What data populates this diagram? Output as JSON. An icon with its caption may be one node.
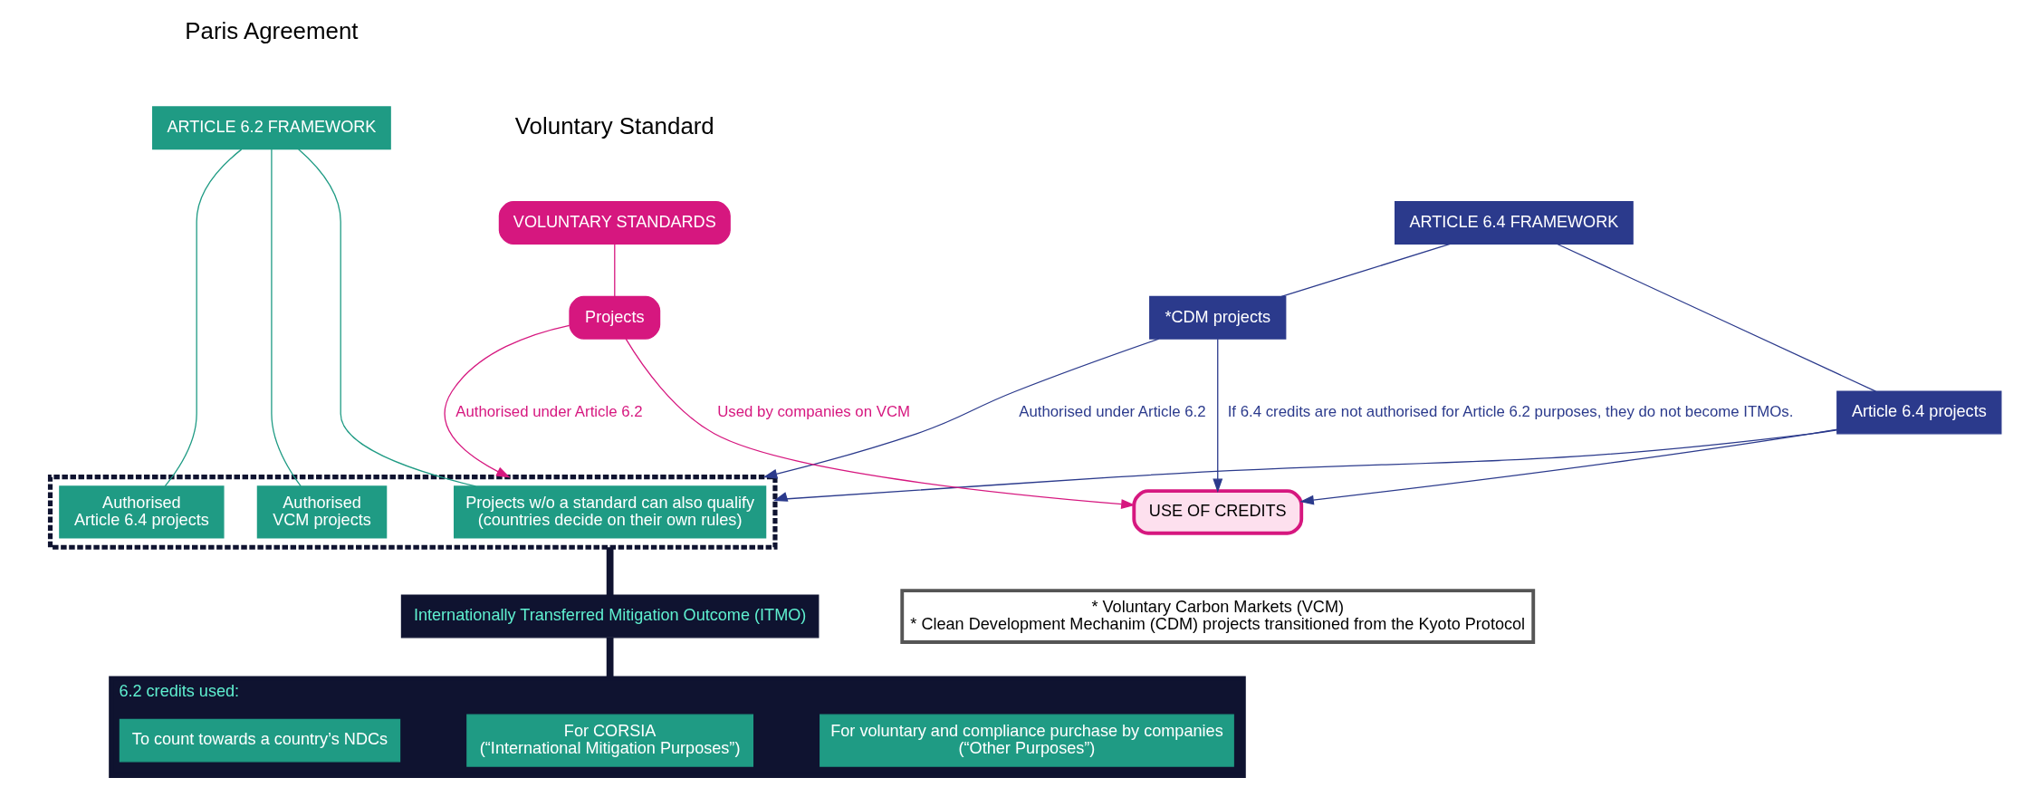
{
  "diagram": {
    "nodes": [
      {
        "text": [
          "ARTICLE 6.2 FRAMEWORK"
        ]
      },
      {
        "text": [
          "ARTICLE 6.4 FRAMEWORK"
        ]
      },
      {
        "text": [
          "*CDM projects"
        ]
      },
      {
        "text": [
          "Article 6.4 projects"
        ]
      },
      {
        "text": [
          "VOLUNTARY STANDARDS"
        ]
      },
      {
        "text": [
          "Projects"
        ]
      },
      {
        "text": [],
        "shape": "box"
      },
      {
        "text": [
          "Authorised",
          "VCM projects"
        ],
        "in": 6
      },
      {
        "text": [
          "Projects w/o a standard can also qualify",
          "(countries decide on their own rules)"
        ],
        "in": 6
      },
      {
        "text": [
          "Authorised",
          "Article 6.4 projects"
        ],
        "in": 6
      },
      {
        "text": [
          "Internationally Transferred Mitigation Outcome (ITMO)"
        ]
      },
      {
        "text": [
          "6.2 credits used:"
        ]
      },
      {
        "text": [
          "To count towards a country’s NDCs"
        ],
        "in": 11
      },
      {
        "text": [
          "For CORSIA",
          "(“International Mitigation Purposes”)"
        ],
        "in": 11
      },
      {
        "text": [
          "For voluntary and compliance purchase by companies",
          "(“Other Purposes”)"
        ],
        "in": 11
      },
      {
        "text": [
          "USE OF CREDITS"
        ]
      },
      {
        "text": [
          "* Voluntary Carbon Markets (VCM)",
          "* Clean Development Mechanim (CDM) projects transitioned from the Kyoto Protocol"
        ]
      }
    ],
    "edges": [
      {
        "from": 0,
        "to": 7,
        "arrow": "none",
        "color": "#1f9b84"
      },
      {
        "from": 0,
        "to": 8,
        "arrow": "none",
        "color": "#1f9b84"
      },
      {
        "from": 0,
        "to": 9,
        "arrow": "none",
        "color": "#1f9b84"
      },
      {
        "from": 1,
        "to": 2,
        "arrow": "none",
        "color": "#2b3a8c"
      },
      {
        "from": 1,
        "to": 3,
        "arrow": "none",
        "color": "#2b3a8c"
      },
      {
        "from": 4,
        "to": 5,
        "arrow": "none",
        "color": "#d6177f"
      },
      {
        "from": 5,
        "to": 6,
        "arrow": "to",
        "label": "Authorised under Article 6.2",
        "color": "#d6177f"
      },
      {
        "from": 2,
        "to": 6,
        "arrow": "to",
        "label": "Authorised under Article 6.2",
        "color": "#2b3a8c"
      },
      {
        "from": 3,
        "to": 6,
        "arrow": "to",
        "color": "#2b3a8c"
      },
      {
        "from": 6,
        "to": 10,
        "arrow": "none",
        "style": "thick",
        "color": "#0f1330"
      },
      {
        "from": 10,
        "to": 11,
        "arrow": "none",
        "style": "thick",
        "color": "#0f1330"
      },
      {
        "from": 5,
        "to": 15,
        "arrow": "to",
        "label": "Used by companies on VCM",
        "color": "#d6177f"
      },
      {
        "from": 2,
        "to": 15,
        "arrow": "to",
        "label": "If 6.4 credits are not authorised for Article 6.2 purposes, they do not become ITMOs.",
        "color": "#2b3a8c"
      },
      {
        "from": 3,
        "to": 15,
        "arrow": "to",
        "color": "#2b3a8c"
      }
    ],
    "labels": [
      "Paris Agreement",
      "Voluntary Standard"
    ]
  }
}
